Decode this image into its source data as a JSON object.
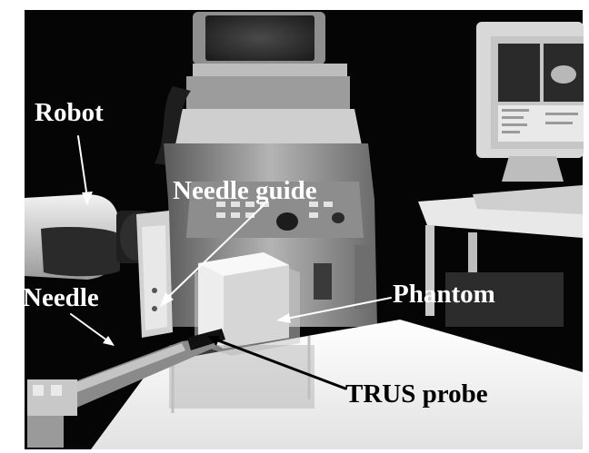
{
  "labels": {
    "robot": "Robot",
    "needle_guide": "Needle guide",
    "needle": "Needle",
    "phantom": "Phantom",
    "trus_probe": "TRUS probe"
  },
  "colors": {
    "background": "#050505",
    "label_light": "#ffffff",
    "label_dark": "#000000",
    "table": "#f4f4f4",
    "phantom_box": "#e6e6e6"
  }
}
